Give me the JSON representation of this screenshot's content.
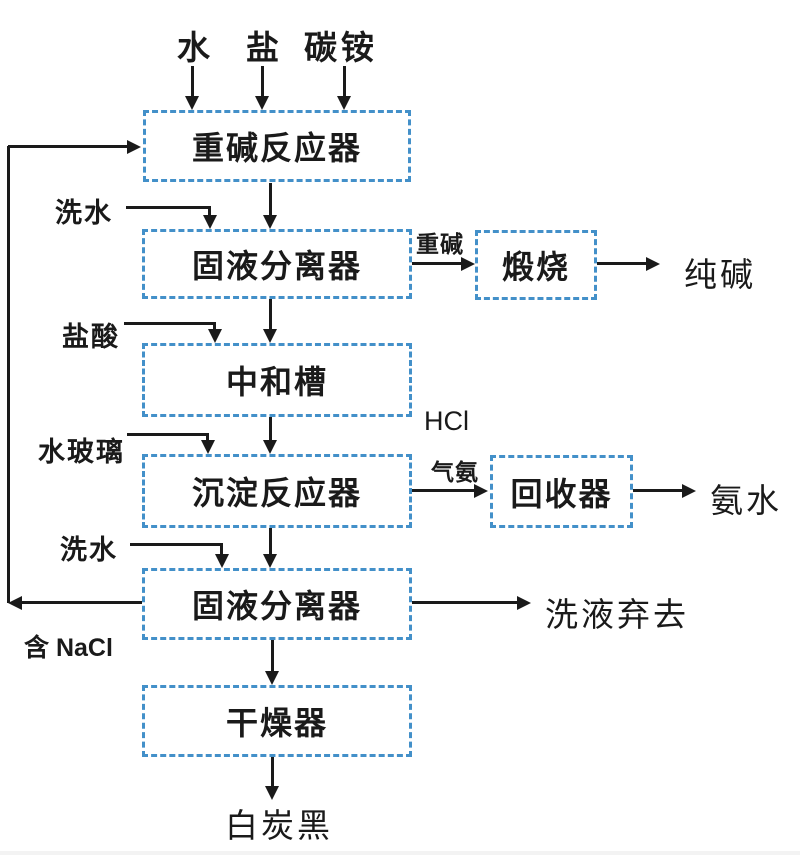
{
  "colors": {
    "box_border": "#4390c9",
    "line": "#1a1a1a",
    "text": "#1a1a1a",
    "background": "#ffffff"
  },
  "top_inputs": {
    "water": "水",
    "salt": "盐",
    "ammonium_bicarbonate": "碳铵"
  },
  "boxes": {
    "reactor": "重碱反应器",
    "separator1": "固液分离器",
    "calciner": "煅烧",
    "neutralizer": "中和槽",
    "precipitator": "沉淀反应器",
    "recovery": "回收器",
    "separator2": "固液分离器",
    "dryer": "干燥器"
  },
  "side_inputs": {
    "wash_water_1": "洗水",
    "hydrochloric_acid": "盐酸",
    "water_glass": "水玻璃",
    "wash_water_2": "洗水"
  },
  "stream_labels": {
    "heavy_alkali": "重碱",
    "hcl": "HCl",
    "ammonia_gas": "气氨",
    "contains_nacl": "含 NaCl"
  },
  "outputs": {
    "soda_ash": "纯碱",
    "ammonia_water": "氨水",
    "wash_discard": "洗液弃去",
    "white_carbon_black": "白炭黑"
  }
}
